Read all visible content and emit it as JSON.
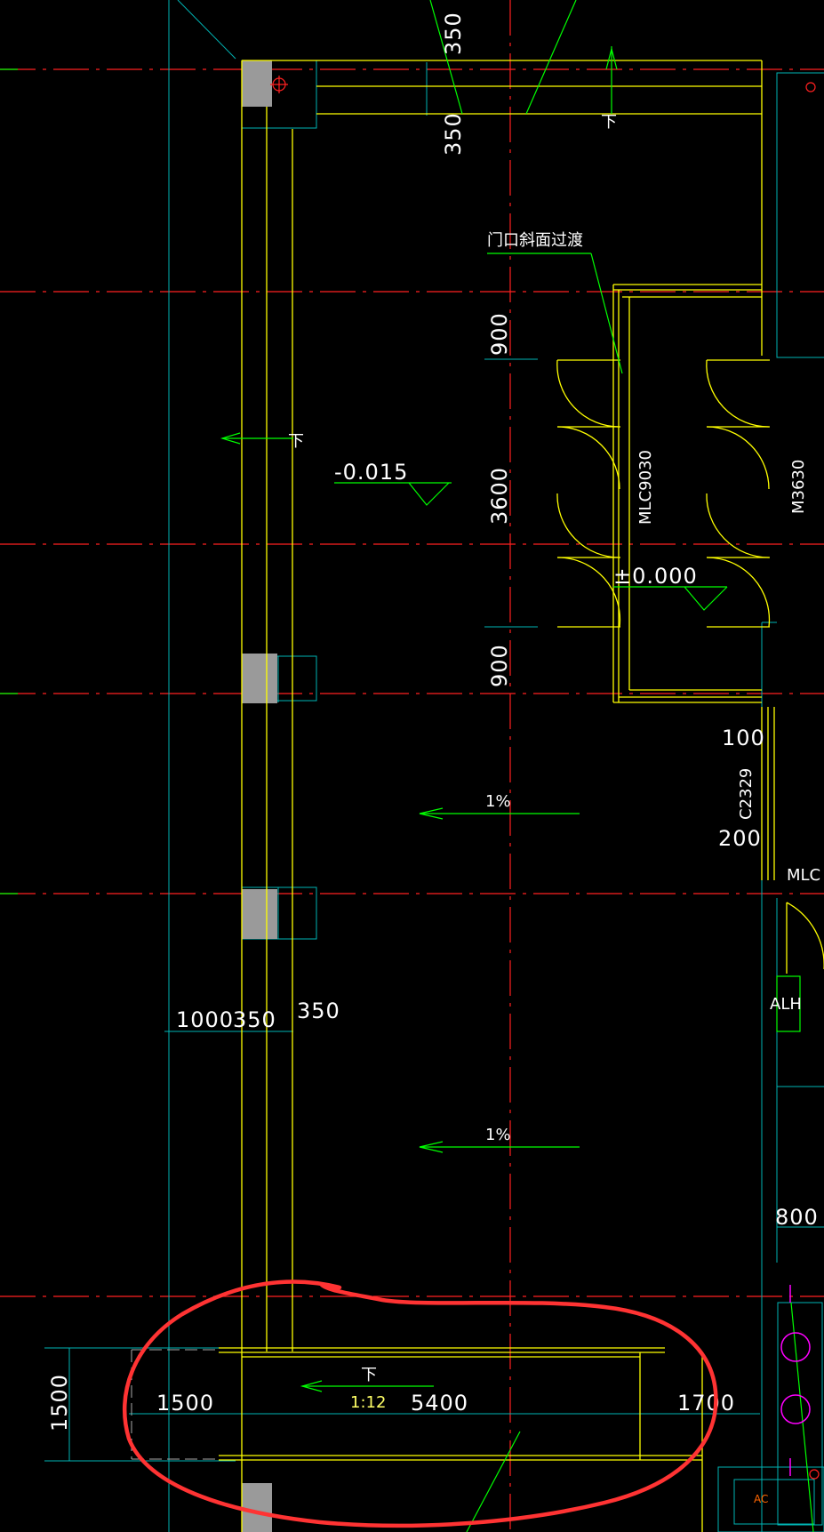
{
  "drawing": {
    "labels": {
      "dim_350_top": "350",
      "dim_350_mid": "350",
      "door_ramp_note": "门口斜面过渡",
      "dim_900_upper": "900",
      "dim_3600": "3600",
      "dim_900_lower": "900",
      "elev_neg": "-0.015",
      "elev_zero": "±0.000",
      "door_mlc9030": "MLC9030",
      "door_m3630": "M3630",
      "dim_100": "100",
      "window_c2329": "C2329",
      "dim_200": "200",
      "door_mlc_partial": "MLC",
      "slope_upper": "1%",
      "slope_lower": "1%",
      "dim_1000": "1000",
      "dim_350_a": "350",
      "dim_350_b": "350",
      "alh": "ALH",
      "dim_800": "800",
      "dim_1500_v": "1500",
      "dim_1500_h": "1500",
      "ramp_ratio": "1:12",
      "dim_5400": "5400",
      "dim_1700": "1700",
      "down_upper": "下",
      "down_left": "下",
      "down_ramp": "下",
      "ac": "AC"
    },
    "colors": {
      "background": "#000000",
      "axis": "#ff2020",
      "wall": "#ffff00",
      "annotation": "#00ff00",
      "dimension": "#00cccc",
      "column": "#9a9a9a",
      "highlight": "#ff3333",
      "device": "#ff00ff"
    }
  }
}
